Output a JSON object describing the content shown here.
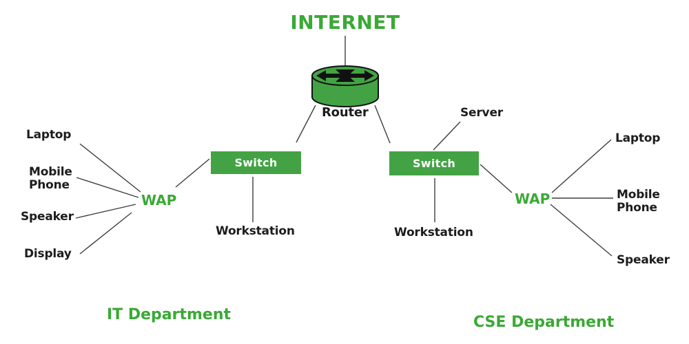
{
  "diagram": {
    "title": "INTERNET",
    "nodes": {
      "router": "Router",
      "server": "Server",
      "switch": "Switch",
      "workstation": "Workstation",
      "wap": "WAP"
    },
    "left_network": {
      "department": "IT Department",
      "devices": [
        "Laptop",
        "Mobile\nPhone",
        "Speaker",
        "Display"
      ]
    },
    "right_network": {
      "department": "CSE Department",
      "devices": [
        "Laptop",
        "Mobile\nPhone",
        "Speaker"
      ]
    },
    "colors": {
      "green_text": "#3aa935",
      "green_fill": "#43a344",
      "black_text": "#1c1c1c",
      "line": "#3d3d3d",
      "switch_label_text": "#ffffff",
      "router_arrows": "#111111"
    }
  }
}
